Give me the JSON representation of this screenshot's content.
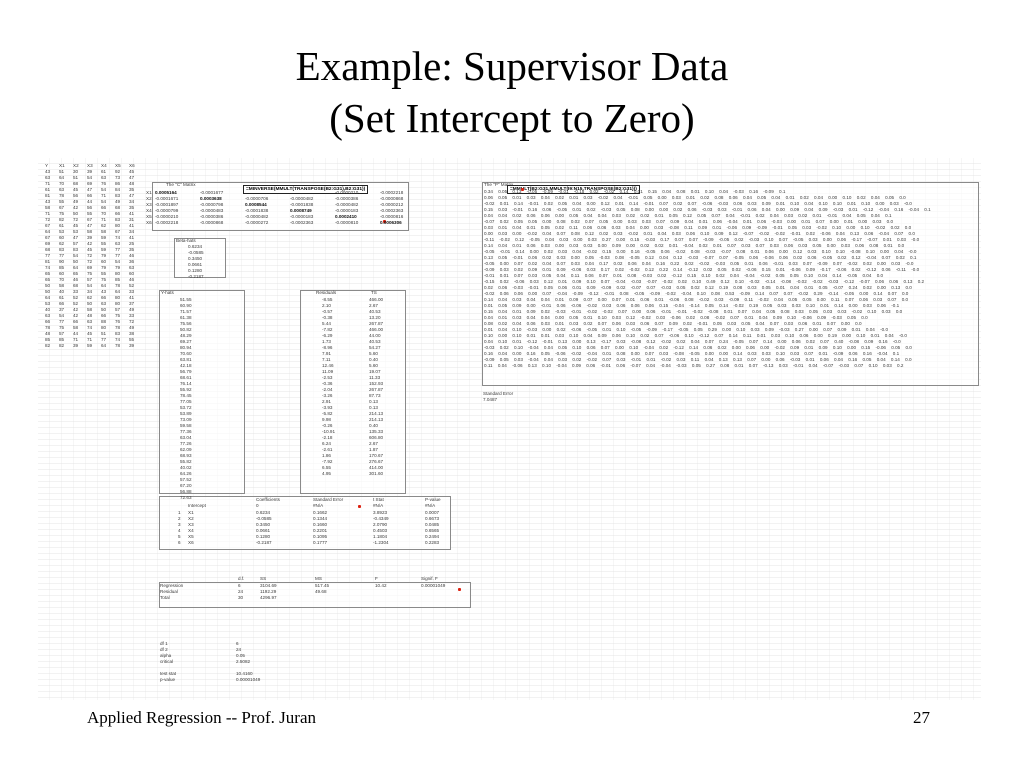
{
  "slide": {
    "title_line1": "Example: Supervisor Data",
    "title_line2": "(Set Intercept to Zero)",
    "footer_left": "Applied Regression  --   Prof. Juran",
    "page_number": "27"
  },
  "spreadsheet": {
    "raw_headers": [
      "Y",
      "X1",
      "X2",
      "X3",
      "X4",
      "X5",
      "X6"
    ],
    "raw_rows": [
      [
        "43",
        "51",
        "30",
        "39",
        "61",
        "92",
        "45"
      ],
      [
        "63",
        "64",
        "51",
        "54",
        "63",
        "73",
        "47"
      ],
      [
        "71",
        "70",
        "68",
        "69",
        "76",
        "86",
        "48"
      ],
      [
        "61",
        "63",
        "45",
        "47",
        "54",
        "84",
        "35"
      ],
      [
        "81",
        "78",
        "56",
        "66",
        "71",
        "83",
        "47"
      ],
      [
        "43",
        "55",
        "49",
        "44",
        "54",
        "49",
        "34"
      ],
      [
        "58",
        "67",
        "42",
        "56",
        "66",
        "68",
        "35"
      ],
      [
        "71",
        "75",
        "50",
        "55",
        "70",
        "66",
        "41"
      ],
      [
        "72",
        "82",
        "72",
        "67",
        "71",
        "83",
        "31"
      ],
      [
        "67",
        "61",
        "45",
        "47",
        "62",
        "80",
        "41"
      ],
      [
        "64",
        "53",
        "53",
        "58",
        "58",
        "67",
        "34"
      ],
      [
        "67",
        "60",
        "47",
        "39",
        "59",
        "74",
        "41"
      ],
      [
        "69",
        "62",
        "57",
        "42",
        "55",
        "63",
        "25"
      ],
      [
        "68",
        "83",
        "83",
        "45",
        "59",
        "77",
        "35"
      ],
      [
        "77",
        "77",
        "54",
        "72",
        "79",
        "77",
        "46"
      ],
      [
        "81",
        "90",
        "50",
        "72",
        "60",
        "54",
        "36"
      ],
      [
        "74",
        "85",
        "64",
        "69",
        "79",
        "79",
        "63"
      ],
      [
        "65",
        "60",
        "65",
        "75",
        "55",
        "80",
        "60"
      ],
      [
        "65",
        "70",
        "46",
        "57",
        "75",
        "85",
        "46"
      ],
      [
        "50",
        "58",
        "68",
        "54",
        "64",
        "78",
        "52"
      ],
      [
        "50",
        "40",
        "33",
        "34",
        "43",
        "64",
        "33"
      ],
      [
        "64",
        "61",
        "52",
        "62",
        "66",
        "80",
        "41"
      ],
      [
        "53",
        "66",
        "52",
        "50",
        "63",
        "80",
        "37"
      ],
      [
        "40",
        "37",
        "42",
        "58",
        "50",
        "57",
        "49"
      ],
      [
        "63",
        "54",
        "42",
        "48",
        "66",
        "75",
        "33"
      ],
      [
        "66",
        "77",
        "66",
        "63",
        "88",
        "76",
        "72"
      ],
      [
        "78",
        "75",
        "58",
        "74",
        "80",
        "78",
        "49"
      ],
      [
        "48",
        "57",
        "44",
        "45",
        "51",
        "83",
        "38"
      ],
      [
        "85",
        "85",
        "71",
        "71",
        "77",
        "74",
        "55"
      ],
      [
        "82",
        "82",
        "39",
        "59",
        "64",
        "78",
        "39"
      ]
    ],
    "c_matrix": {
      "label": "The \"C\" Matrix",
      "formula": "=MINVERSE(MMULT(TRANSPOSE(B2:G31),B2:G31))",
      "row_labels": [
        "X1",
        "X2",
        "X3",
        "X4",
        "X5",
        "X6"
      ],
      "rows": [
        [
          "0.0005164",
          "-0.0001677",
          "",
          "",
          "-0.0000210",
          "-0.0002218"
        ],
        [
          "-0.0001671",
          "0.0003638",
          "-0.0000706",
          "-0.0000482",
          "-0.0000386",
          "-0.0000868"
        ],
        [
          "-0.0001897",
          "-0.0000798",
          "0.0008544",
          "-0.0001838",
          "-0.0000482",
          "-0.0000212"
        ],
        [
          "-0.0000799",
          "-0.0000483",
          "-0.0001838",
          "0.0008749",
          "-0.0000183",
          "-0.0002363"
        ],
        [
          "-0.0000210",
          "-0.0000386",
          "-0.0000482",
          "-0.0000183",
          "0.0002410",
          "-0.0000816"
        ],
        [
          "-0.0002218",
          "-0.0000868",
          "-0.0000272",
          "-0.0002363",
          "-0.0000810",
          "0.0006306"
        ]
      ]
    },
    "beta_hats": {
      "label": "Beta-hats",
      "values": [
        "0.6234",
        "-0.0585",
        "0.3450",
        "0.0661",
        "0.1280",
        "-0.2187"
      ]
    },
    "y_hats": {
      "label": "Y-hats",
      "values": [
        "51.55",
        "60.90",
        "71.57",
        "61.38",
        "75.56",
        "50.82",
        "48.29",
        "69.27",
        "80.94",
        "70.60",
        "63.81",
        "42.18",
        "56.79",
        "68.61",
        "76.14",
        "55.92",
        "78.45",
        "77.05",
        "53.72",
        "53.89",
        "73.09",
        "59.58",
        "77.36",
        "63.04",
        "77.26",
        "62.09",
        "68.93",
        "55.82",
        "40.02",
        "64.26",
        "57.52",
        "67.20",
        "56.88",
        "72.63"
      ]
    },
    "residuals": {
      "label_residuals": "Residuals",
      "label_tss": "TS",
      "values": [
        [
          "-8.55",
          "466.00"
        ],
        [
          "2.10",
          "2.67"
        ],
        [
          "-0.57",
          "40.53"
        ],
        [
          "-0.38",
          "13.20"
        ],
        [
          "5.44",
          "267.87"
        ],
        [
          "-7.82",
          "466.00"
        ],
        [
          "-6.29",
          "44.00"
        ],
        [
          "1.73",
          "40.53"
        ],
        [
          "-8.96",
          "54.27"
        ],
        [
          "7.91",
          "5.60"
        ],
        [
          "7.11",
          "0.40"
        ],
        [
          "12.46",
          "5.60"
        ],
        [
          "11.09",
          "19.07"
        ],
        [
          "-2.53",
          "11.33"
        ],
        [
          "-0.36",
          "152.93"
        ],
        [
          "-2.04",
          "267.87"
        ],
        [
          "-3.26",
          "87.73"
        ],
        [
          "2.91",
          "0.13"
        ],
        [
          "-3.93",
          "0.13"
        ],
        [
          "-5.82",
          "214.13"
        ],
        [
          "9.98",
          "214.13"
        ],
        [
          "-0.26",
          "0.40"
        ],
        [
          "-10.91",
          "135.33"
        ],
        [
          "-2.18",
          "606.80"
        ],
        [
          "6.24",
          "2.67"
        ],
        [
          "-2.61",
          "1.87"
        ],
        [
          "1.86",
          "170.67"
        ],
        [
          "-7.92",
          "276.67"
        ],
        [
          "6.55",
          "414.00"
        ],
        [
          "4.95",
          "301.60"
        ]
      ]
    },
    "coefficients_table": {
      "headers": [
        "",
        "",
        "Coefficients",
        "Standard Error",
        "t Stat",
        "P-value"
      ],
      "subheaders": [
        "",
        "Intercept",
        "0",
        "#N/A",
        "#N/A",
        "#N/A"
      ],
      "rows": [
        [
          "1",
          "X1",
          "0.6234",
          "0.1662",
          "3.8923",
          "0.0007"
        ],
        [
          "2",
          "X2",
          "-0.0585",
          "0.1344",
          "-0.4349",
          "0.6673"
        ],
        [
          "3",
          "X3",
          "0.3450",
          "0.1660",
          "2.0790",
          "0.0485"
        ],
        [
          "4",
          "X4",
          "0.0661",
          "0.2201",
          "0.4503",
          "0.6565"
        ],
        [
          "5",
          "X5",
          "0.1280",
          "0.1095",
          "1.1804",
          "0.2494"
        ],
        [
          "6",
          "X6",
          "-0.2187",
          "0.1777",
          "-1.2304",
          "0.2283"
        ]
      ]
    },
    "anova_table": {
      "headers": [
        "",
        "d.f.",
        "SS",
        "MS",
        "F",
        "Signif. F"
      ],
      "rows": [
        [
          "Regression",
          "6",
          "3104.69",
          "517.45",
          "10.42",
          "0.00001049"
        ],
        [
          "Residual",
          "24",
          "1192.29",
          "49.68",
          "",
          ""
        ],
        [
          "Total",
          "30",
          "4296.97",
          "",
          "",
          ""
        ]
      ]
    },
    "f_test": {
      "rows": [
        [
          "df 1",
          "6"
        ],
        [
          "df 2",
          "24"
        ],
        [
          "alpha",
          "0.05"
        ],
        [
          "critical",
          "2.5082"
        ],
        [
          "",
          ""
        ],
        [
          "test stat",
          "10.4160"
        ],
        [
          "p-value",
          "0.00001049"
        ]
      ]
    },
    "p_matrix": {
      "label": "The \"P\" Matrix",
      "formula": "=MMULT(B2:G31,MMULT(I9:N15,TRANSPOSE(B2:G31)))",
      "std_error_label": "Standard Error",
      "std_error_value": "7.0487",
      "rows": [
        "0.34 0.05 0.13 -0.05 -0.09 -0.01 -0.15 0.02 -0.02 0.14 0.01 0.15 0.04 0.08 0.01 0.10 0.04 -0.03 0.16 -0.09 0.1",
        "0.06 0.05 0.01 0.03 0.04 0.02 0.01 0.03 -0.02 0.04 -0.01 0.05 0.00 0.03 0.01 0.02 0.08 0.06 0.04 0.05 0.04 0.01 0.02 0.04 0.00 0.10 0.02 0.04 0.05 0.0",
        "-0.02 0.01 0.14 -0.01 0.02 0.05 0.04 0.00 0.12 0.01 0.14 -0.01 0.07 0.02 0.07 -0.06 -0.03 0.06 0.03 0.09 0.01 0.10 0.04 0.10 0.10 0.01 0.10 0.00 0.03 -0.0",
        "0.15 0.03 -0.01 0.16 0.06 -0.05 0.01 0.02 -0.03 0.05 0.08 0.00 0.00 0.02 0.06 -0.03 0.03 -0.01 0.06 0.04 0.00 0.09 0.04 0.09 -0.03 0.01 -0.12 -0.04 0.16 -0.04 0.1",
        "0.04 0.04 0.02 0.06 0.06 0.00 0.05 0.04 0.04 0.03 0.02 0.02 0.01 0.05 0.12 0.05 0.07 0.04 -0.01 0.02 0.04 0.03 0.02 0.01 -0.01 0.04 0.05 0.04 0.1",
        "-0.07 0.02 0.05 0.05 0.00 0.08 0.02 0.07 0.05 0.00 0.03 0.03 0.07 0.09 0.04 0.01 0.06 -0.04 0.01 0.06 -0.03 0.00 0.01 0.07 0.00 0.01 0.00 0.03 0.0",
        "0.03 0.01 0.04 0.01 0.05 0.02 0.11 0.06 0.06 0.03 0.04 0.00 0.03 -0.08 0.11 0.09 0.01 -0.06 0.09 -0.09 -0.01 0.05 0.03 -0.02 0.10 0.00 0.10 -0.02 0.02 0.0",
        "0.00 0.03 0.00 -0.02 0.04 0.07 0.08 0.12 0.02 0.03 -0.02 0.01 0.04 0.03 0.06 0.10 0.09 0.12 -0.07 -0.02 -0.02 -0.01 0.02 -0.06 0.04 0.13 0.06 -0.04 0.07 0.0",
        "-0.11 -0.02 0.12 -0.05 0.04 0.03 0.00 0.03 0.27 0.00 0.15 -0.03 0.17 0.07 0.07 -0.09 -0.05 0.02 -0.03 0.10 0.07 -0.05 0.03 0.00 0.06 -0.17 -0.07 0.01 0.03 -0.0",
        "0.14 0.04 0.01 0.06 0.03 0.00 0.03 0.03 0.00 0.09 0.00 0.02 0.02 0.01 -0.04 0.02 0.01 0.07 0.03 0.07 0.03 0.06 0.03 0.05 0.00 0.03 0.06 0.08 0.01 0.0",
        "-0.05 -0.01 0.14 0.00 0.02 0.03 0.04 -0.02 0.15 0.00 0.16 -0.05 0.06 -0.02 0.08 -0.03 -0.07 0.08 0.01 0.06 0.00 0.12 0.03 0.10 0.10 -0.08 0.10 0.00 0.04 -0.0",
        "0.13 0.05 -0.01 0.06 0.02 0.03 0.00 0.05 -0.03 0.08 -0.05 0.12 0.04 0.12 -0.03 -0.07 0.07 -0.05 0.06 -0.06 0.06 0.02 0.06 -0.05 0.02 0.12 -0.04 0.07 0.02 0.1",
        "-0.05 0.00 0.07 0.02 0.04 0.07 0.03 0.04 0.17 0.02 0.06 0.04 0.16 0.22 0.02 -0.02 -0.03 0.05 0.01 0.06 -0.01 0.03 0.07 -0.09 0.07 -0.02 0.02 0.00 0.03 -0.0",
        "-0.09 0.03 0.02 0.09 0.01 0.09 -0.06 0.03 0.17 0.02 -0.02 0.12 0.22 0.14 -0.12 0.02 0.05 0.02 -0.06 0.15 0.01 -0.06 0.09 -0.17 -0.06 0.02 -0.12 0.06 -0.11 -0.0",
        "-0.01 0.01 0.07 0.03 0.05 0.04 0.11 0.06 0.07 0.01 0.08 -0.03 0.02 -0.12 0.15 0.10 0.02 0.04 -0.04 -0.02 0.05 0.05 0.10 0.04 0.14 -0.05 0.04 0.0",
        "-0.15 0.02 -0.06 0.03 0.12 0.01 0.09 0.10 0.07 -0.04 -0.03 -0.07 -0.02 0.02 0.10 0.49 0.12 0.10 -0.02 -0.14 -0.08 -0.02 -0.02 -0.03 -0.12 -0.07 0.06 0.06 0.13 0.2",
        "0.02 0.06 -0.03 -0.01 0.05 0.06 0.01 0.09 -0.09 0.02 -0.07 0.07 -0.03 0.05 0.02 0.12 0.19 0.08 0.03 0.05 0.01 0.04 0.01 0.05 -0.07 0.24 0.02 0.00 0.13 0.0",
        "-0.02 0.06 0.06 0.00 0.07 -0.04 -0.09 -0.12 -0.01 0.08 -0.05 -0.09 -0.02 -0.04 0.10 0.08 0.53 -0.09 0.14 0.07 0.07 -0.02 0.29 -0.14 -0.05 0.00 0.14 0.07 0.0",
        "0.14 0.04 0.03 0.04 0.04 0.01 0.09 0.07 0.00 0.07 0.01 0.06 0.01 -0.06 0.08 -0.02 0.03 -0.09 0.11 -0.02 0.04 0.05 0.05 0.00 0.11 0.07 0.06 0.03 0.07 0.0",
        "0.01 0.05 0.09 0.00 -0.01 0.06 -0.06 -0.02 0.03 0.06 0.06 0.06 0.15 -0.04 -0.14 0.05 0.14 -0.02 0.19 0.05 0.03 0.03 0.10 0.01 0.14 0.00 0.03 0.06 -0.1",
        "0.15 0.04 0.01 0.09 0.02 -0.03 -0.01 -0.02 -0.02 0.07 0.00 0.06 -0.01 -0.01 -0.02 -0.08 0.01 0.07 0.04 0.05 0.08 0.03 0.05 0.03 0.03 -0.02 0.10 0.03 0.0",
        "0.04 0.01 0.03 0.04 0.04 0.00 0.05 0.01 0.10 0.03 0.12 -0.02 0.03 -0.06 0.02 0.08 -0.02 0.07 0.01 0.04 0.09 0.10 -0.06 0.09 -0.03 0.05 0.0",
        "0.08 0.02 0.04 0.06 0.03 0.01 0.03 0.02 0.07 0.06 0.03 0.06 0.07 0.09 0.02 -0.01 0.05 0.03 0.05 0.04 0.07 0.03 0.06 0.01 0.07 0.00 0.0",
        "0.01 0.04 0.10 -0.03 0.00 0.02 -0.06 -0.05 0.01 0.10 -0.05 -0.09 -0.17 -0.05 0.05 0.29 0.00 0.10 0.03 0.09 -0.03 0.27 0.00 0.07 0.09 0.01 0.04 -0.0",
        "0.10 0.00 0.10 0.01 0.01 0.03 0.10 0.04 0.09 0.06 0.10 0.02 0.07 -0.06 0.10 -0.12 0.07 0.14 0.11 0.01 0.03 0.10 0.06 0.00 0.19 0.00 0.10 0.01 0.04 -0.0",
        "0.04 0.10 0.01 -0.12 -0.01 0.13 0.00 0.13 -0.17 0.03 -0.08 0.12 -0.02 0.02 0.04 0.07 0.24 -0.05 0.07 0.14 0.00 0.06 0.02 0.07 0.40 -0.08 0.09 0.16 -0.0",
        "-0.03 0.02 0.10 -0.04 0.04 0.05 0.10 0.06 0.07 0.00 0.10 -0.04 0.02 -0.12 0.14 0.06 0.02 0.00 0.06 0.00 -0.02 0.09 0.01 0.09 0.10 0.00 0.15 -0.06 0.05 0.0",
        "0.16 0.04 0.00 0.16 0.05 -0.06 -0.02 -0.04 0.01 0.08 0.00 0.07 0.03 -0.08 -0.05 0.00 0.00 0.14 0.03 0.03 0.10 0.03 0.07 0.01 -0.09 0.06 0.16 -0.04 0.1",
        "-0.09 0.05 0.03 -0.04 0.04 0.03 0.02 -0.02 0.07 0.03 -0.01 0.01 -0.02 0.03 0.11 0.04 0.13 0.13 0.07 0.00 0.06 -0.03 0.01 0.06 0.04 0.16 0.05 0.04 0.14 0.0",
        "0.11 0.04 -0.06 0.13 0.10 -0.04 0.09 0.06 -0.01 0.06 -0.07 0.04 -0.04 -0.03 0.05 0.27 0.08 0.01 0.07 -0.13 0.03 -0.01 0.04 -0.07 -0.03 0.07 0.10 0.03 0.2"
      ]
    }
  }
}
